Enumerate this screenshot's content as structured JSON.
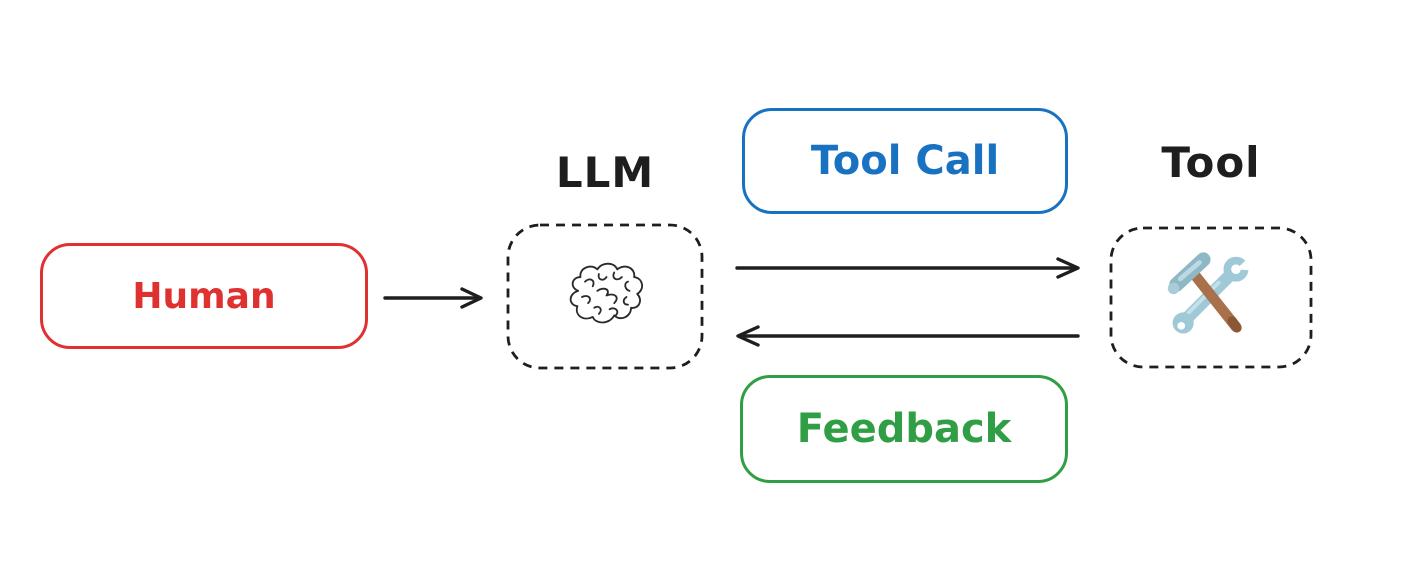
{
  "diagram": {
    "title": "LLM tool-use loop",
    "background": "#ffffff",
    "ink_color": "#1e1e1e",
    "nodes": {
      "human": {
        "label": "Human",
        "color": "#e03131",
        "shape": "solid-rounded-rect"
      },
      "llm": {
        "label": "LLM",
        "color": "#1e1e1e",
        "shape": "dashed-rounded-rect",
        "icon": "brain-icon"
      },
      "tool": {
        "label": "Tool",
        "color": "#1e1e1e",
        "shape": "dashed-rounded-rect",
        "icon": "hammer-wrench-icon"
      }
    },
    "edge_labels": {
      "tool_call": {
        "label": "Tool Call",
        "color": "#1971c2",
        "describes": "LLM to Tool arrow"
      },
      "feedback": {
        "label": "Feedback",
        "color": "#2f9e44",
        "describes": "Tool to LLM arrow"
      }
    },
    "edges": [
      {
        "from": "Human",
        "to": "LLM",
        "direction": "right"
      },
      {
        "from": "LLM",
        "to": "Tool",
        "direction": "right"
      },
      {
        "from": "Tool",
        "to": "LLM",
        "direction": "left"
      }
    ]
  }
}
